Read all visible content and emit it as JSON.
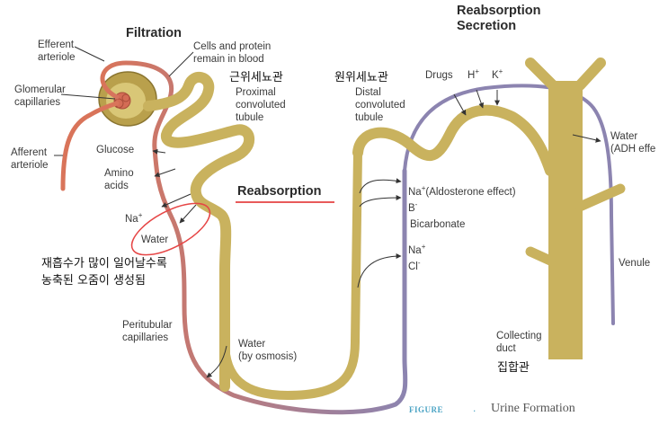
{
  "figure": {
    "tag": "FIGURE",
    "separator": ".",
    "caption": "Urine Formation"
  },
  "sections": {
    "filtration": "Filtration",
    "reabsorption_secretion_line1": "Reabsorption",
    "reabsorption_secretion_line2": "Secretion",
    "reabsorption": "Reabsorption"
  },
  "labels": {
    "efferent_arteriole": "Efferent\narteriole",
    "glomerular_capillaries": "Glomerular\ncapillaries",
    "afferent_arteriole": "Afferent\narteriole",
    "cells_protein": "Cells and protein\nremain in blood",
    "proximal_tubule": "Proximal\nconvoluted\ntubule",
    "distal_tubule": "Distal\nconvoluted\ntubule",
    "glucose": "Glucose",
    "amino_acids": "Amino\nacids",
    "na_plus_1": "Na",
    "water_1": "Water",
    "peritubular_capillaries": "Peritubular\ncapillaries",
    "water_osmosis": "Water\n(by osmosis)",
    "drugs": "Drugs",
    "h_plus": "H",
    "k_plus": "K",
    "na_plus_aldosterone": "Na",
    "aldosterone_effect": "(Aldosterone effect)",
    "b_minus": "B",
    "bicarbonate": "Bicarbonate",
    "na_plus_2": "Na",
    "cl_minus": "Cl",
    "water_adh": "Water\n(ADH effe",
    "venule": "Venule",
    "collecting_duct": "Collecting\nduct",
    "plus": "+",
    "minus": "-"
  },
  "korean": {
    "proximal": "근위세뇨관",
    "distal": "원위세뇨관",
    "collecting": "집합관",
    "note_line1": "재흡수가 많이 일어날수록",
    "note_line2": "농축된 오줌이 생성됨"
  },
  "colors": {
    "tubule": "#c9b25e",
    "tubule_dark": "#9c8436",
    "artery": "#d9745a",
    "vein": "#8c84b0",
    "annotation_red": "#e64646",
    "figure_blue": "#4aa3c4"
  }
}
